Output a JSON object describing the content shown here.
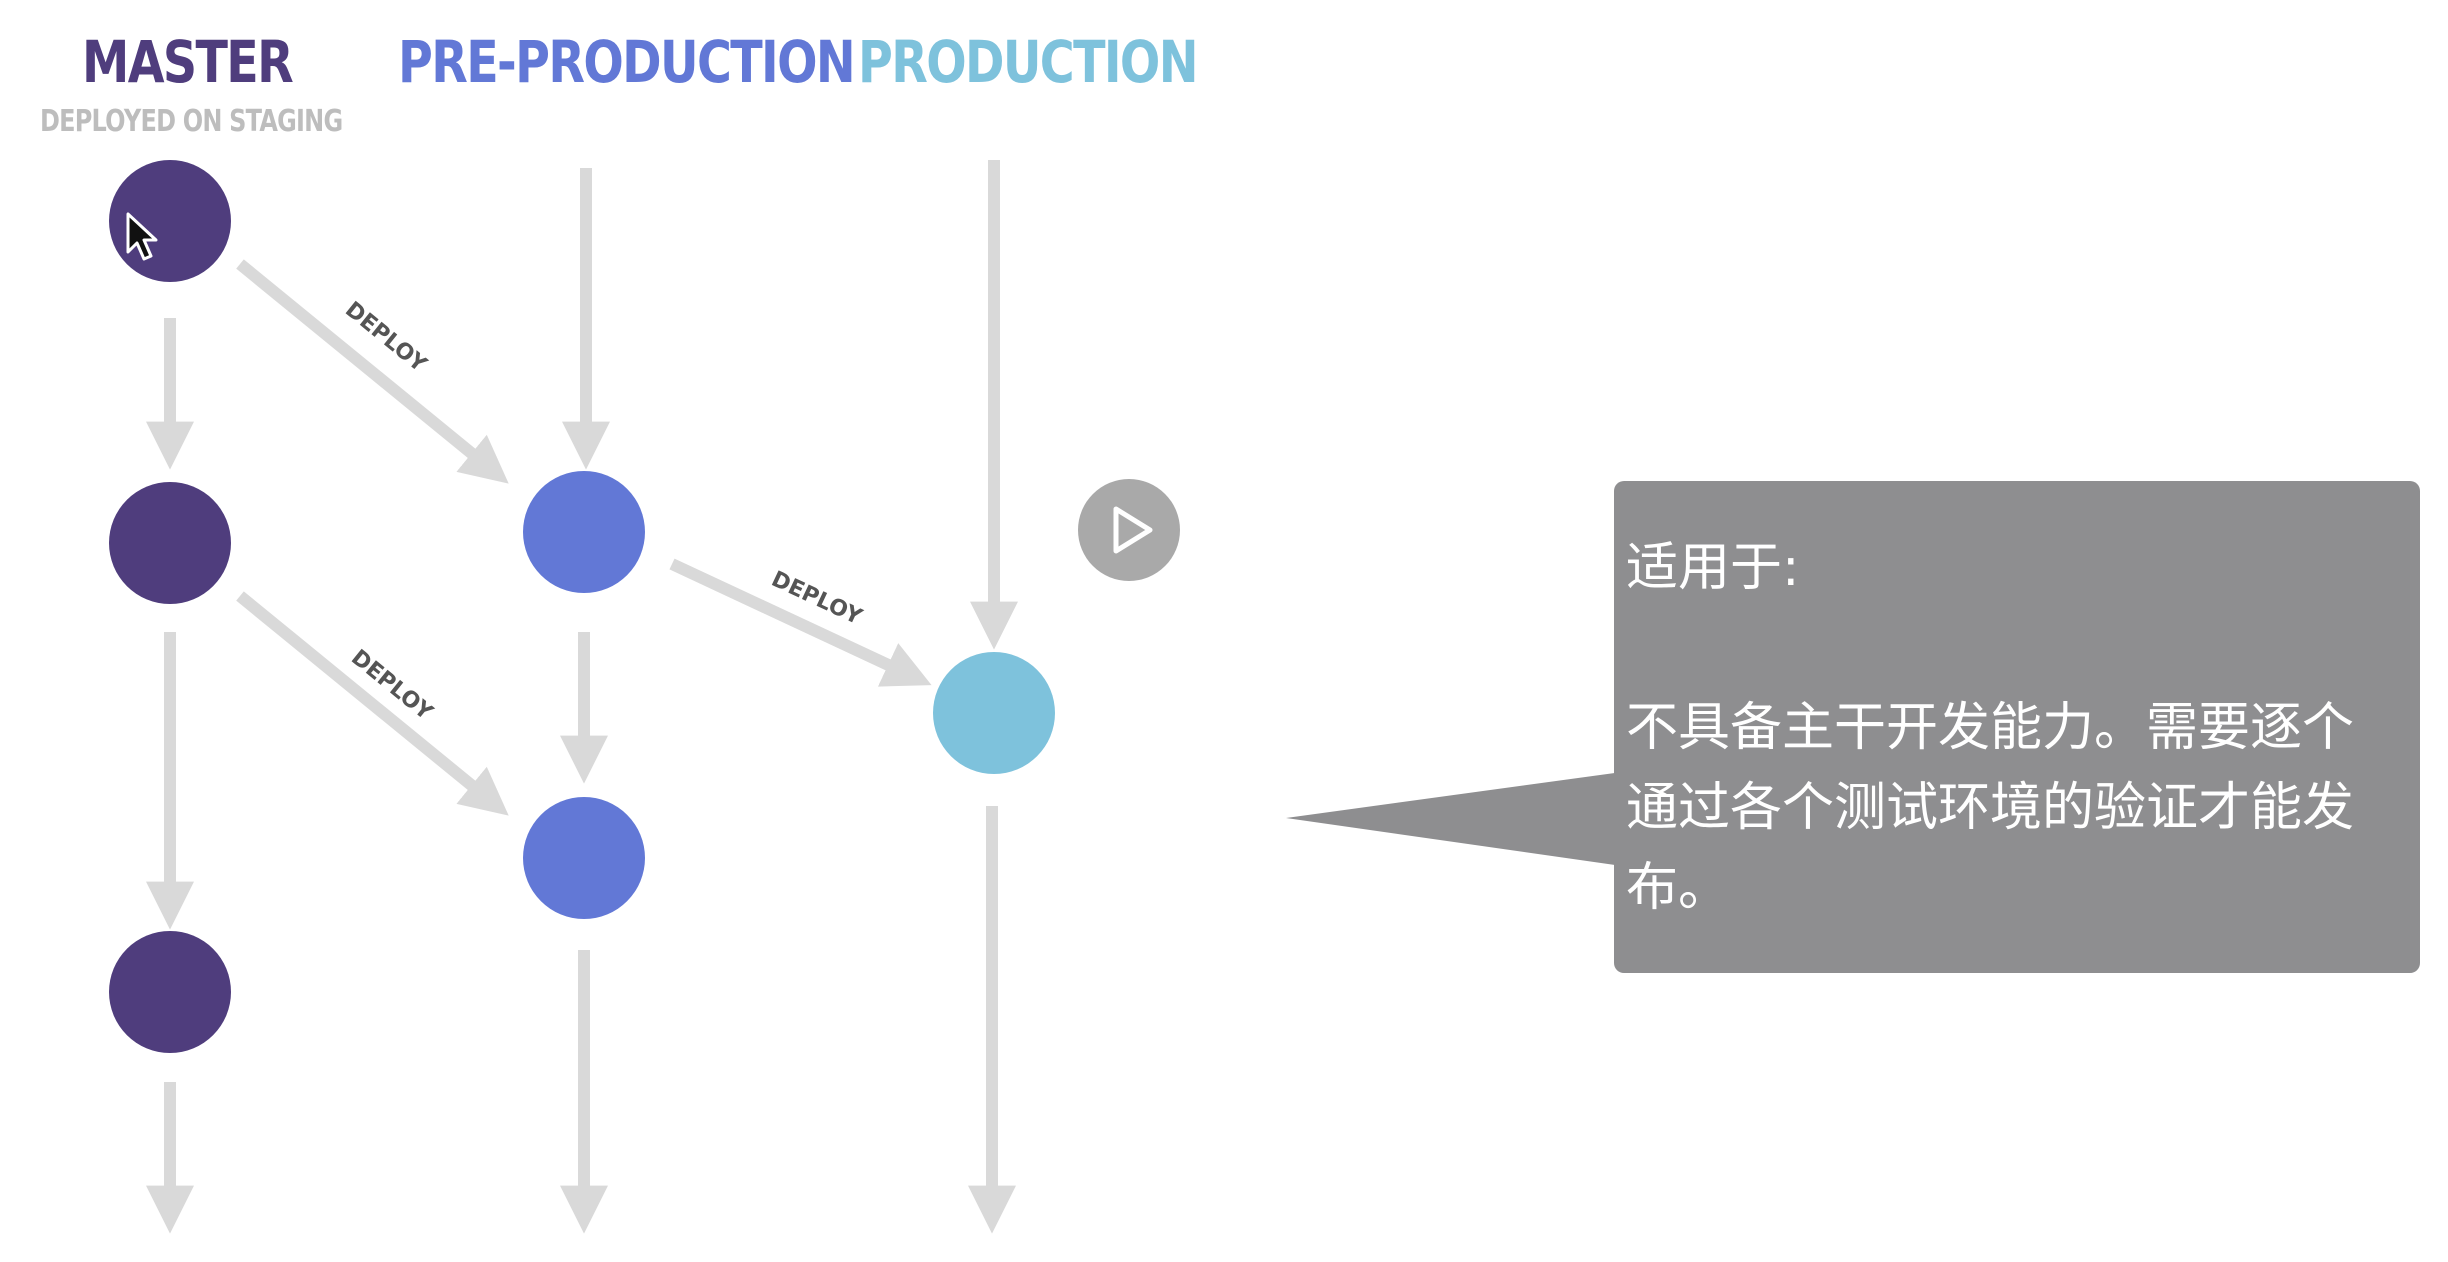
{
  "columns": [
    {
      "key": "master",
      "title": "MASTER",
      "color": "#4f3d7d"
    },
    {
      "key": "pre_production",
      "title": "PRE-PRODUCTION",
      "color": "#6278d6"
    },
    {
      "key": "production",
      "title": "PRODUCTION",
      "color": "#7ec2dc"
    }
  ],
  "master_subtitle": "DEPLOYED ON STAGING",
  "deploy_label": "DEPLOY",
  "arrow_color": "#d9d9d9",
  "callout": {
    "text": "适用于:\n\n不具备主干开发能力。需要逐个通过各个测试环境的验证才能发布。",
    "background": "#8e8e90"
  },
  "play_button_color": "#a9a9a9"
}
